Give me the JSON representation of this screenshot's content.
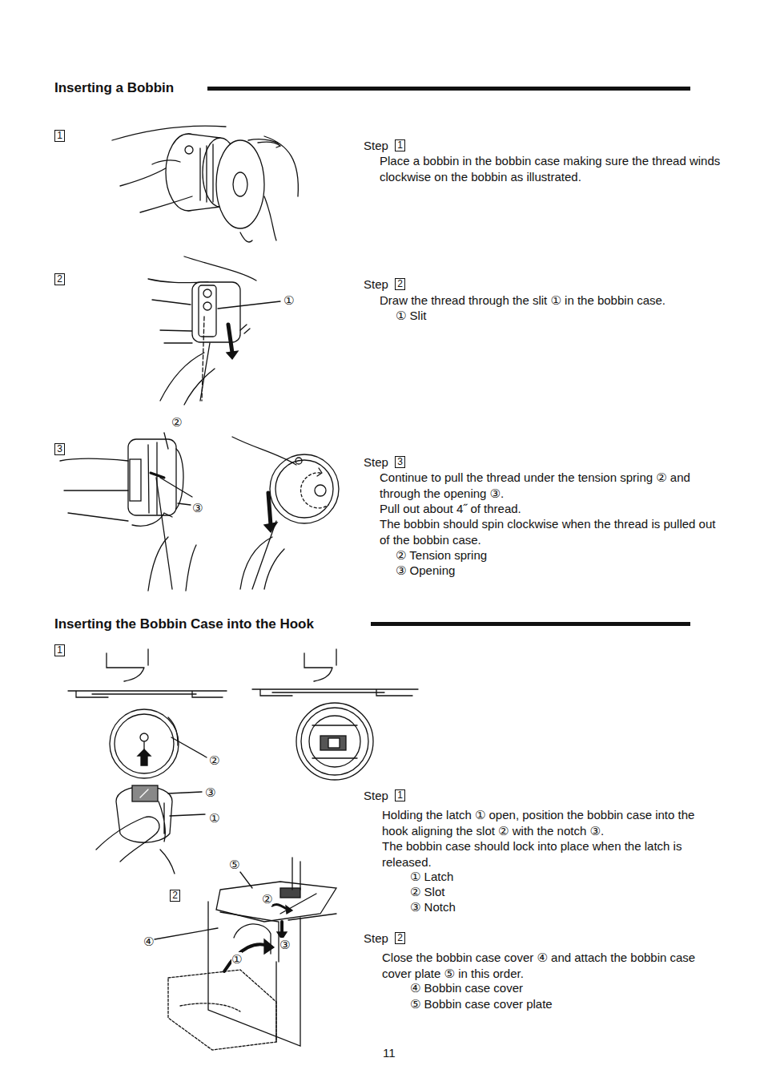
{
  "diagram": {
    "labels": [
      "Inserting a Bobbin",
      "1",
      "①",
      "2",
      "②",
      "3",
      "③",
      "Step",
      "1",
      "Place a bobbin in the bobbin case making sure the thread winds clockwise on the bobbin as illustrated.",
      "Step",
      "2",
      "Draw the thread through the slit ① in the bobbin case.",
      "① Slit",
      "Step",
      "3",
      "Continue to pull the thread under the tension spring ② and through the opening ③.",
      "Pull out about 4˝ of thread.",
      "The bobbin should spin clockwise when the thread is pulled out of the bobbin case.",
      "② Tension spring",
      "③ Opening",
      "Inserting the Bobbin Case into the Hook",
      "1",
      "②",
      "③",
      "①",
      "⑤",
      "2",
      "②",
      "④",
      "③",
      "①",
      "Step",
      "1",
      "Holding the latch ① open, position the bobbin case into the hook aligning the slot ② with the notch ③.",
      "The bobbin case should lock into place when the latch is released.",
      "① Latch",
      "② Slot",
      "③ Notch",
      "Step",
      "2",
      "Close the bobbin case cover ④ and attach the bobbin case cover plate ⑤ in this order.",
      "④ Bobbin case cover",
      "⑤ Bobbin case cover plate",
      "11"
    ]
  }
}
